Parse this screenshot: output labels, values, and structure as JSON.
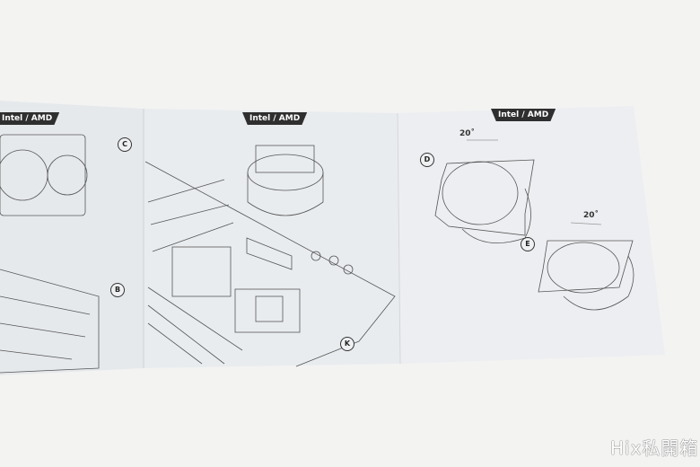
{
  "tabs": [
    "Intel / AMD",
    "Intel / AMD",
    "Intel / AMD"
  ],
  "labels": {
    "c": "C",
    "b": "B",
    "k": "K",
    "d": "D",
    "e": "E"
  },
  "rotation": [
    "20˚",
    "20˚"
  ],
  "watermark": "Hix私開箱",
  "colors": {
    "page": "#e8ebee",
    "ink": "#333333",
    "tab": "#2f2f2f"
  }
}
